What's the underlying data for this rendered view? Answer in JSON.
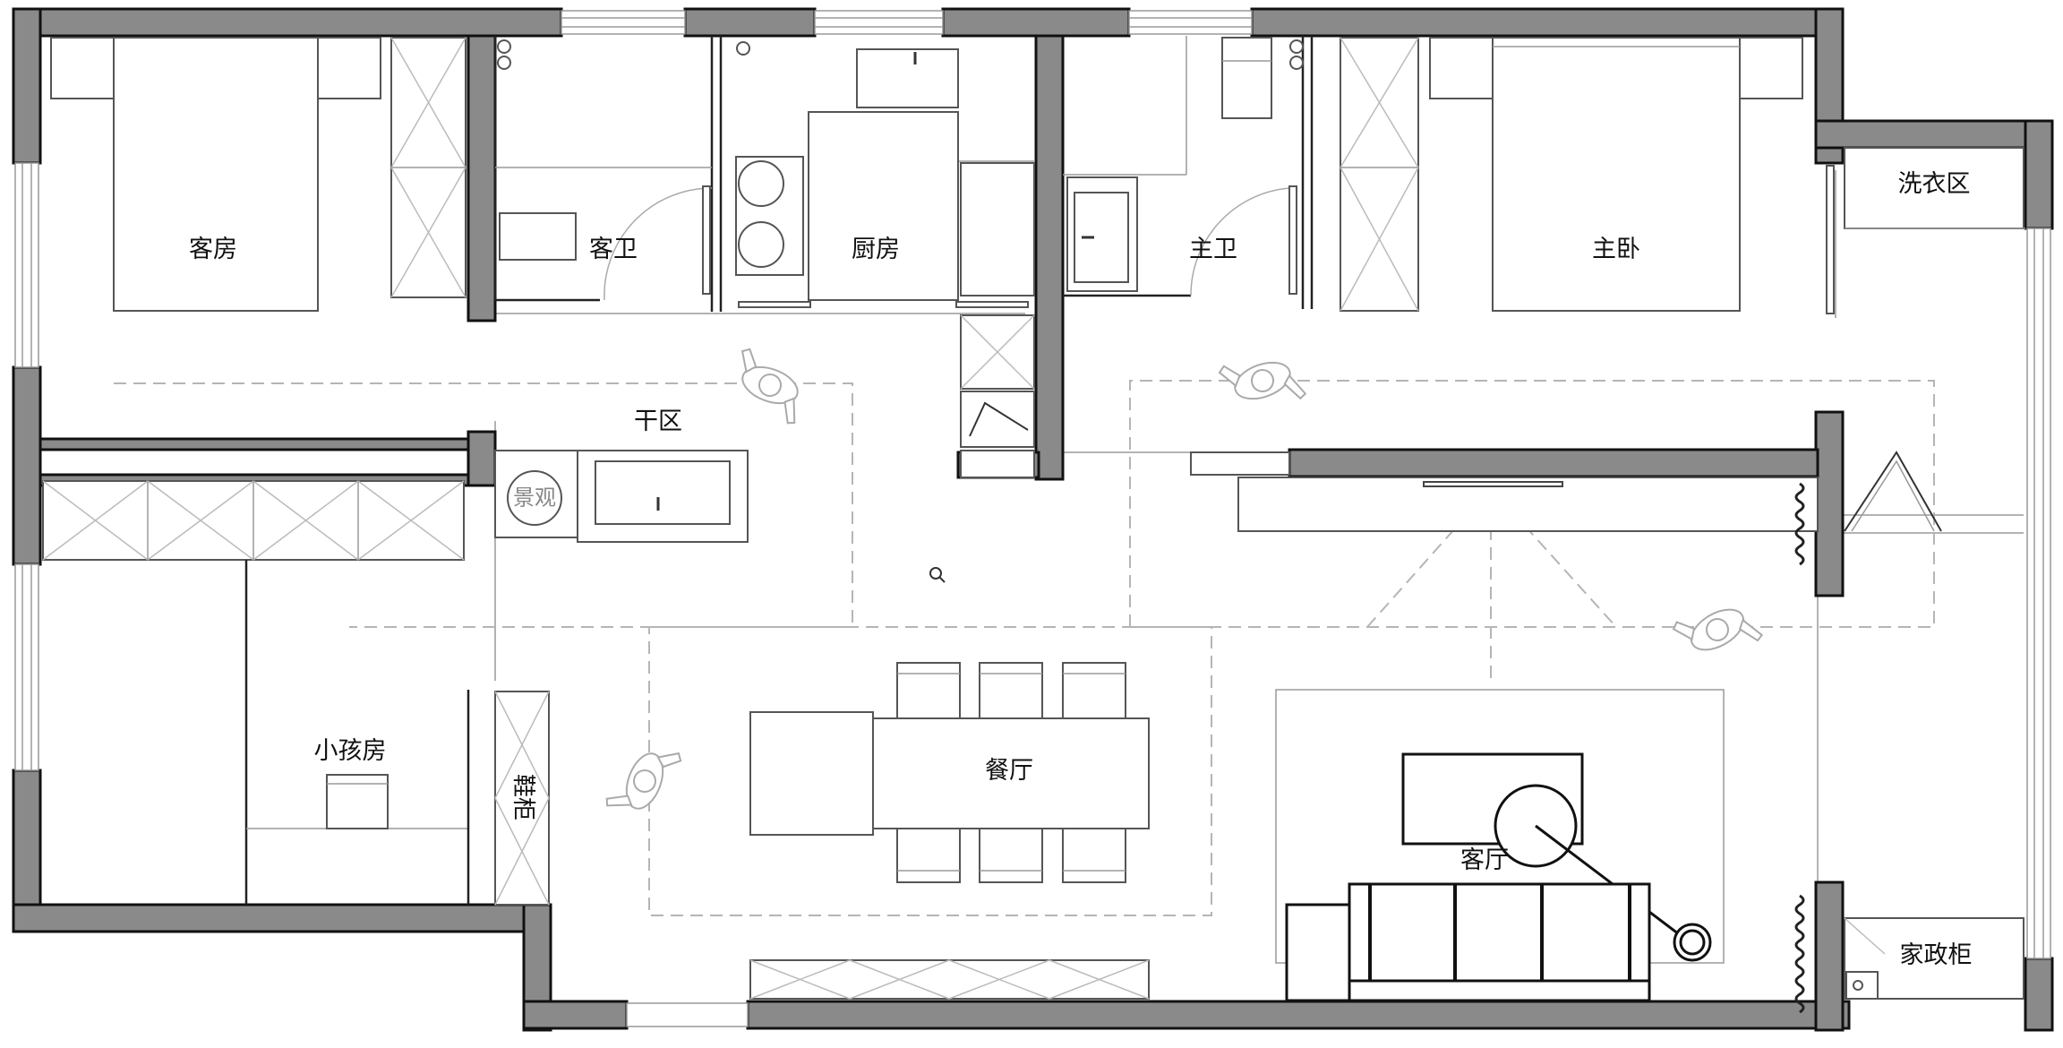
{
  "rooms": {
    "guest_room": "客房",
    "guest_bath": "客卫",
    "kitchen": "厨房",
    "master_bath": "主卫",
    "master_bedroom": "主卧",
    "laundry": "洗衣区",
    "dry_area": "干区",
    "landscape": "景观",
    "kids_room": "小孩房",
    "shoe_cabinet": "鞋柜",
    "dining": "餐厅",
    "living": "客厅",
    "housekeeping_cabinet": "家政柜"
  },
  "colors": {
    "wall_fill": "#8a8a8a",
    "line": "#111111",
    "background": "#ffffff"
  }
}
